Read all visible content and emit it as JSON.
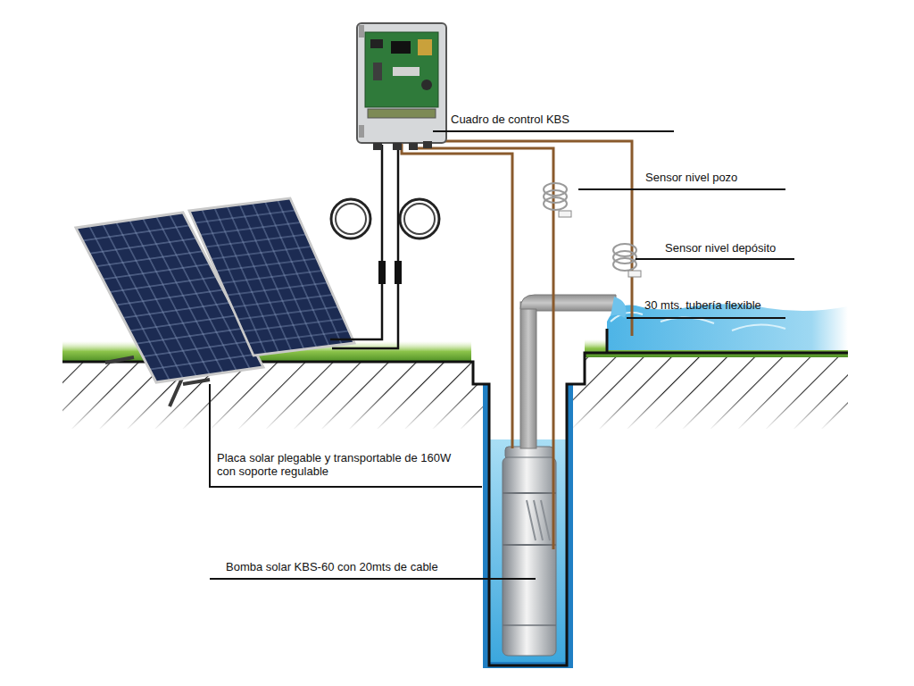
{
  "diagram": {
    "labels": [
      "Cuadro de control KBS",
      "Sensor nivel pozo",
      "Sensor nivel depósito",
      "30 mts. tubería flexible",
      "Placa solar plegable y transportable de 160W con soporte regulable",
      "Bomba solar KBS-60 con 20mts de cable"
    ]
  }
}
